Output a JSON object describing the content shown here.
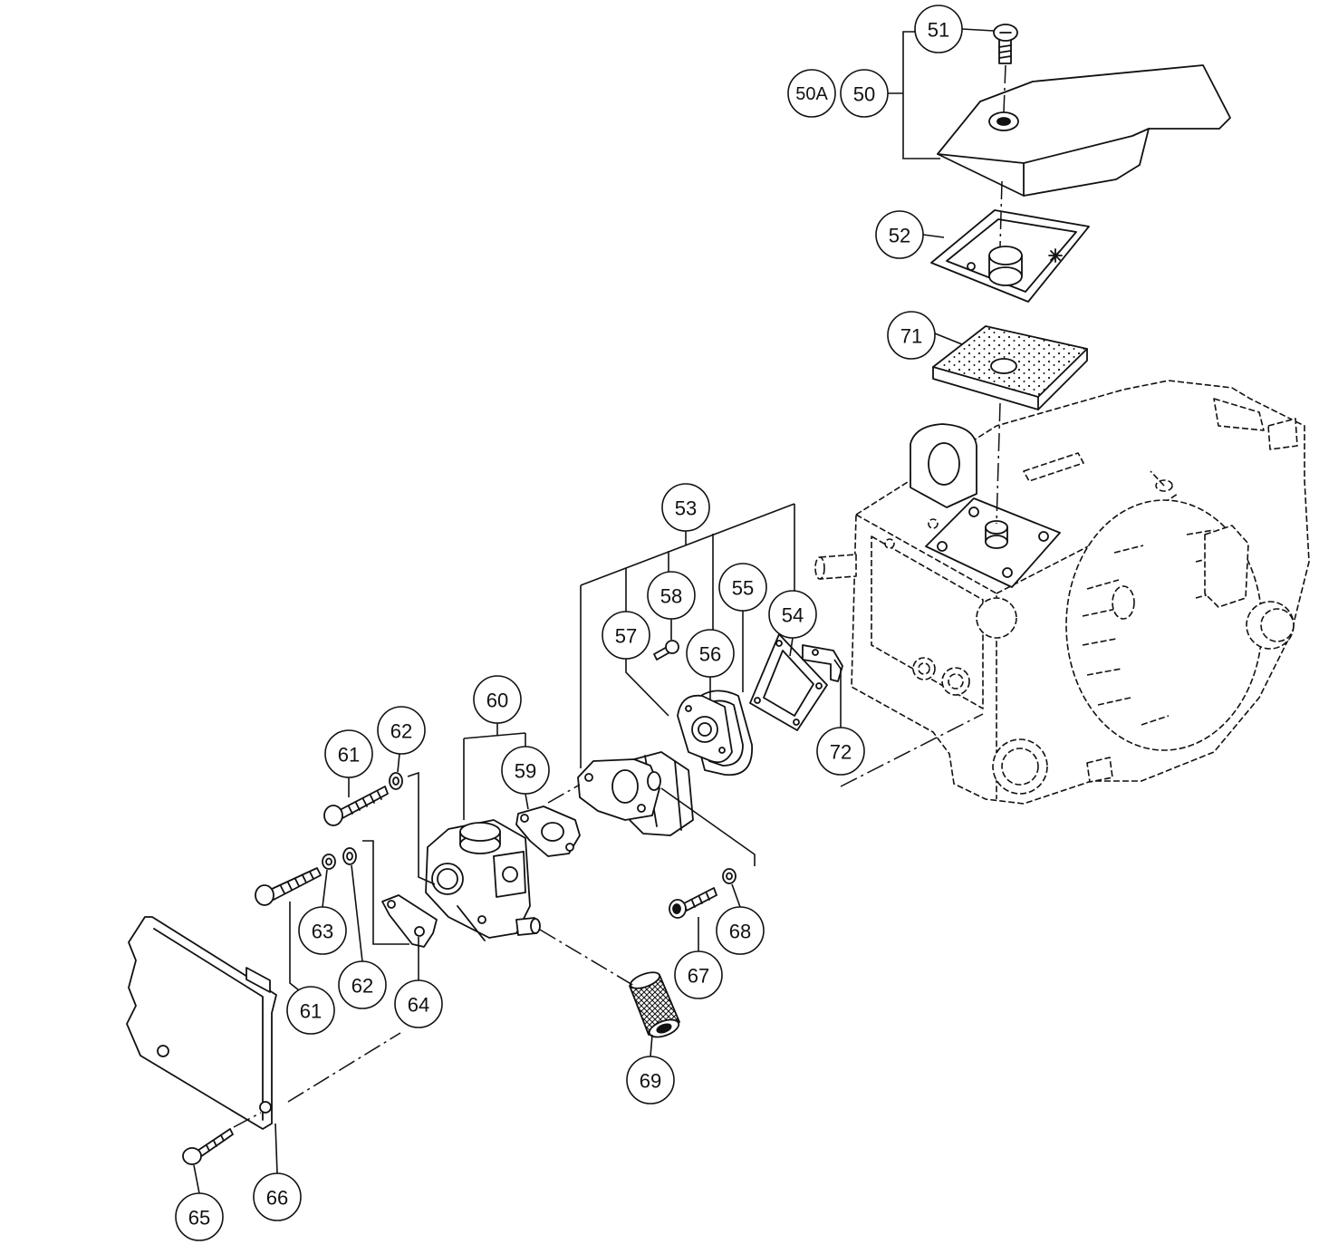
{
  "callouts": [
    "51",
    "50A",
    "50",
    "52",
    "71",
    "53",
    "58",
    "55",
    "54",
    "57",
    "56",
    "72",
    "60",
    "62",
    "61",
    "59",
    "63",
    "68",
    "67",
    "62",
    "64",
    "61",
    "69",
    "66",
    "65"
  ],
  "colors": {
    "line": "#111111",
    "background": "#ffffff"
  }
}
